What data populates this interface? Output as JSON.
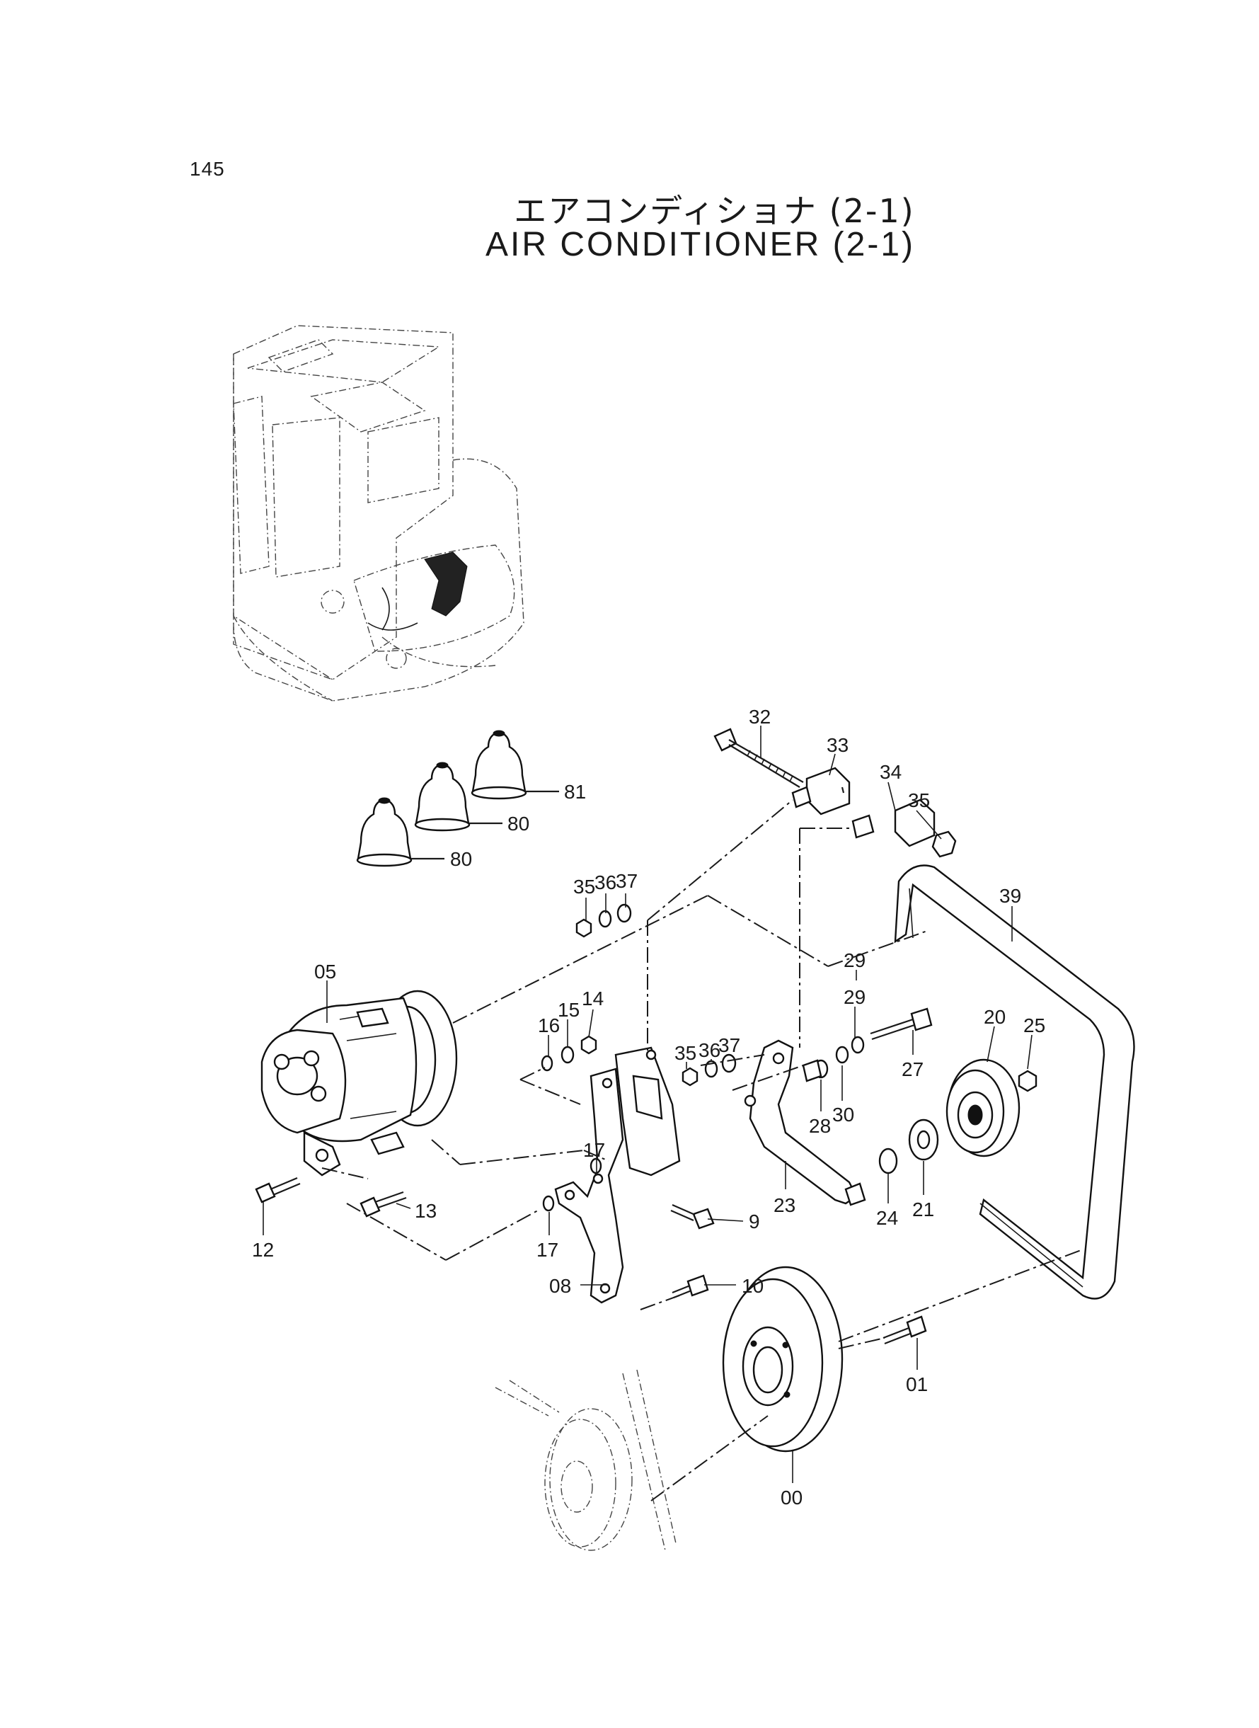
{
  "page": {
    "number": "145",
    "title_jp": "エアコンディショナ (2-1)",
    "title_en": "AIR CONDITIONER (2-1)"
  },
  "callouts": {
    "c32": "32",
    "c33": "33",
    "c34": "34",
    "c35a": "35",
    "c81": "81",
    "c80a": "80",
    "c80b": "80",
    "c35b": "35",
    "c36a": "36",
    "c37a": "37",
    "c39": "39",
    "c29a": "29",
    "c05": "05",
    "c15": "15",
    "c14": "14",
    "c16": "16",
    "c35c": "35",
    "c36b": "36",
    "c37b": "37",
    "c29b": "29",
    "c27": "27",
    "c20": "20",
    "c25": "25",
    "c28": "28",
    "c30": "30",
    "c17a": "17",
    "c17b": "17",
    "c13": "13",
    "c12": "12",
    "c9": "9",
    "c23": "23",
    "c24": "24",
    "c21": "21",
    "c08": "08",
    "c10": "10",
    "c01": "01",
    "c00": "00"
  }
}
